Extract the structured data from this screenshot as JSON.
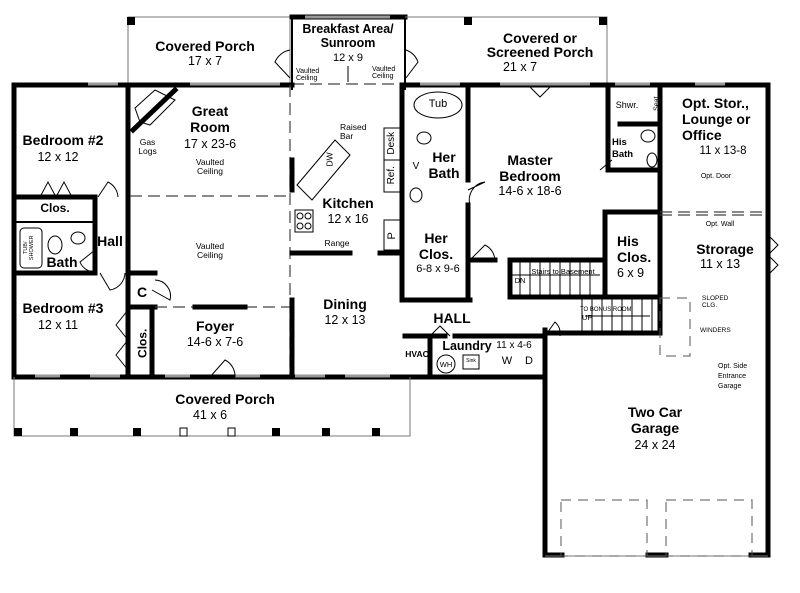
{
  "plan": {
    "type": "house floor plan",
    "colors": {
      "wall": "#000000",
      "window": "#999999",
      "dashed": "#444444",
      "background": "#ffffff"
    }
  },
  "rooms": {
    "covered_porch_rear": {
      "name": "Covered Porch",
      "dim": "17 x 7"
    },
    "breakfast": {
      "name_line1": "Breakfast Area/",
      "name_line2": "Sunroom",
      "dim": "12 x 9",
      "note_left": "Vaulted Ceiling",
      "note_right": "Vaulted Ceiling"
    },
    "screened_porch": {
      "name_line1": "Covered or",
      "name_line2": "Screened Porch",
      "dim": "21 x 7"
    },
    "bedroom2": {
      "name": "Bedroom #2",
      "dim": "12 x 12"
    },
    "great_room": {
      "name_line1": "Great",
      "name_line2": "Room",
      "dim": "17 x 23-6",
      "note_top": "Vaulted Ceiling",
      "note_bottom": "Vaulted Ceiling",
      "gas_logs": "Gas Logs"
    },
    "kitchen": {
      "name": "Kitchen",
      "dim": "12 x 16",
      "raised_bar": "Raised Bar",
      "range": "Range",
      "dw": "DW",
      "ref": "Ref.",
      "desk": "Desk",
      "pantry": "P"
    },
    "her_bath": {
      "name_line1": "Her",
      "name_line2": "Bath",
      "tub": "Tub",
      "v": "V"
    },
    "master": {
      "name_line1": "Master",
      "name_line2": "Bedroom",
      "dim": "14-6 x 18-6"
    },
    "his_bath": {
      "name_line1": "His",
      "name_line2": "Bath",
      "shower": "Shwr.",
      "seat": "Seat"
    },
    "office": {
      "name_line1": "Opt. Stor.,",
      "name_line2": "Lounge or",
      "name_line3": "Office",
      "dim": "11 x 13-8",
      "opt_door": "Opt. Door",
      "opt_wall": "Opt. Wall"
    },
    "closet_hall": {
      "name": "Clos."
    },
    "bath": {
      "name": "Bath",
      "tub": "TUB/ SHOWER"
    },
    "hall": {
      "name": "Hall"
    },
    "her_closet": {
      "name_line1": "Her",
      "name_line2": "Clos.",
      "dim": "6-8 x 9-6"
    },
    "his_closet": {
      "name_line1": "His",
      "name_line2": "Clos.",
      "dim": "6 x 9"
    },
    "storage": {
      "name": "Strorage",
      "dim": "11 x 13"
    },
    "stairs": {
      "basement": "Stairs to Basement",
      "dn": "DN",
      "bonus": "TO BONUS ROOM",
      "up": "UP",
      "sloped": "SLOPED CLG.",
      "winders": "WINDERS"
    },
    "bedroom3": {
      "name": "Bedroom #3",
      "dim": "12 x 11"
    },
    "coat_closet": {
      "name": "C"
    },
    "closet_b3": {
      "name": "Clos."
    },
    "foyer": {
      "name": "Foyer",
      "dim": "14-6 x 7-6"
    },
    "dining": {
      "name": "Dining",
      "dim": "12 x 13"
    },
    "main_hall": {
      "name": "HALL"
    },
    "hvac": {
      "name": "HVAC"
    },
    "laundry": {
      "name": "Laundry",
      "dim": "11 x 4-6",
      "wh": "WH",
      "sink": "Sink",
      "w": "W",
      "d": "D"
    },
    "side_entrance": {
      "line1": "Opt. Side",
      "line2": "Entrance",
      "line3": "Garage"
    },
    "covered_porch_front": {
      "name": "Covered Porch",
      "dim": "41 x 6"
    },
    "garage": {
      "name_line1": "Two Car",
      "name_line2": "Garage",
      "dim": "24 x 24"
    }
  }
}
